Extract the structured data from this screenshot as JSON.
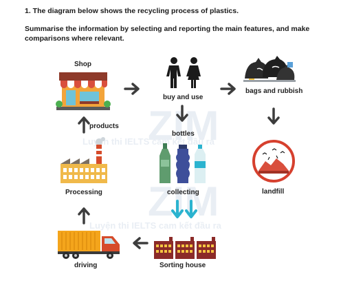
{
  "question": {
    "line1": "1. The diagram below shows the recycling process of plastics.",
    "line2": "Summarise the information by selecting and reporting the main features, and make comparisons where relevant."
  },
  "stages": {
    "shop": "Shop",
    "buy_and_use": "buy and use",
    "bags_and_rubbish": "bags and rubbish",
    "landfill": "landfill",
    "products": "products",
    "bottles": "bottles",
    "processing": "Processing",
    "collecting": "collecting",
    "driving": "driving",
    "sorting_house": "Sorting house"
  },
  "watermark": {
    "brand": "ZIM",
    "slogan": "Luyện thi IELTS cam kết đầu ra"
  },
  "colors": {
    "arrow": "#3d3d3d",
    "cyan_arrow": "#2bb3cf",
    "brick": "#8b2a28",
    "truck_box": "#f4a51c",
    "truck_cab": "#d64b2a",
    "landfill_ring": "#d6402e"
  }
}
